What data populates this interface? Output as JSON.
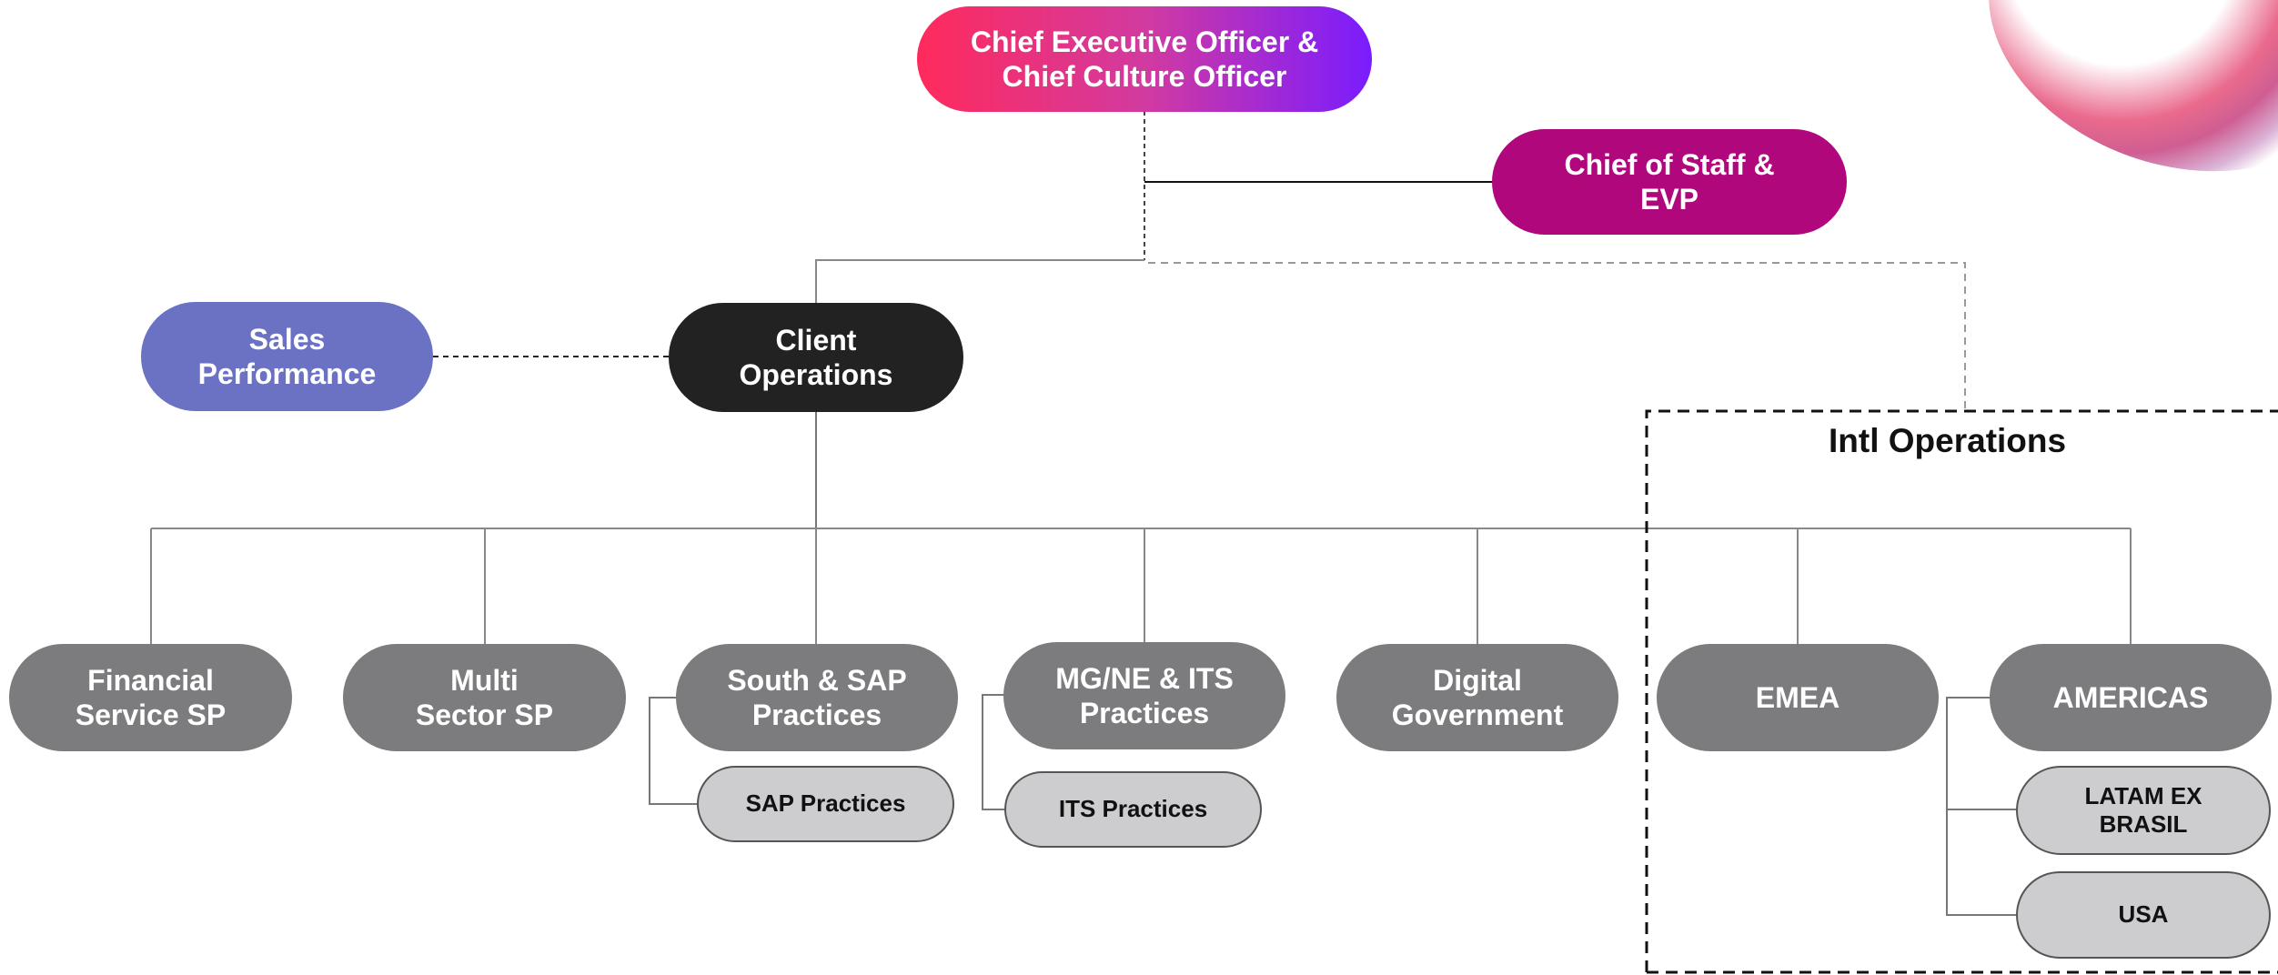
{
  "chart": {
    "nodes": {
      "ceo": {
        "line1": "Chief Executive Officer &",
        "line2": "Chief Culture Officer"
      },
      "chief_of_staff": {
        "line1": "Chief of Staff &",
        "line2": "EVP"
      },
      "sales_performance": {
        "line1": "Sales",
        "line2": "Performance"
      },
      "client_operations": {
        "line1": "Client",
        "line2": "Operations"
      },
      "financial_service": {
        "line1": "Financial",
        "line2": "Service SP"
      },
      "multi_sector": {
        "line1": "Multi",
        "line2": "Sector SP"
      },
      "south_sap": {
        "line1": "South & SAP",
        "line2": "Practices"
      },
      "sap_practices": {
        "label": "SAP Practices"
      },
      "mg_ne_its": {
        "line1": "MG/NE & ITS",
        "line2": "Practices"
      },
      "its_practices": {
        "label": "ITS Practices"
      },
      "digital_government": {
        "line1": "Digital",
        "line2": "Government"
      },
      "emea": {
        "label": "EMEA"
      },
      "americas": {
        "label": "AMERICAS"
      },
      "latam": {
        "line1": "LATAM EX",
        "line2": "BRASIL"
      },
      "usa": {
        "label": "USA"
      }
    },
    "groups": {
      "intl_operations": {
        "title": "Intl Operations"
      }
    }
  },
  "colors": {
    "ceo_gradient_start": "#ff2a5c",
    "ceo_gradient_end": "#7a1cff",
    "chief_of_staff": "#b0077d",
    "sales_performance": "#6b72c4",
    "client_operations": "#222222",
    "unit": "#7c7c7e",
    "sub_unit": "#cdcdd0"
  }
}
